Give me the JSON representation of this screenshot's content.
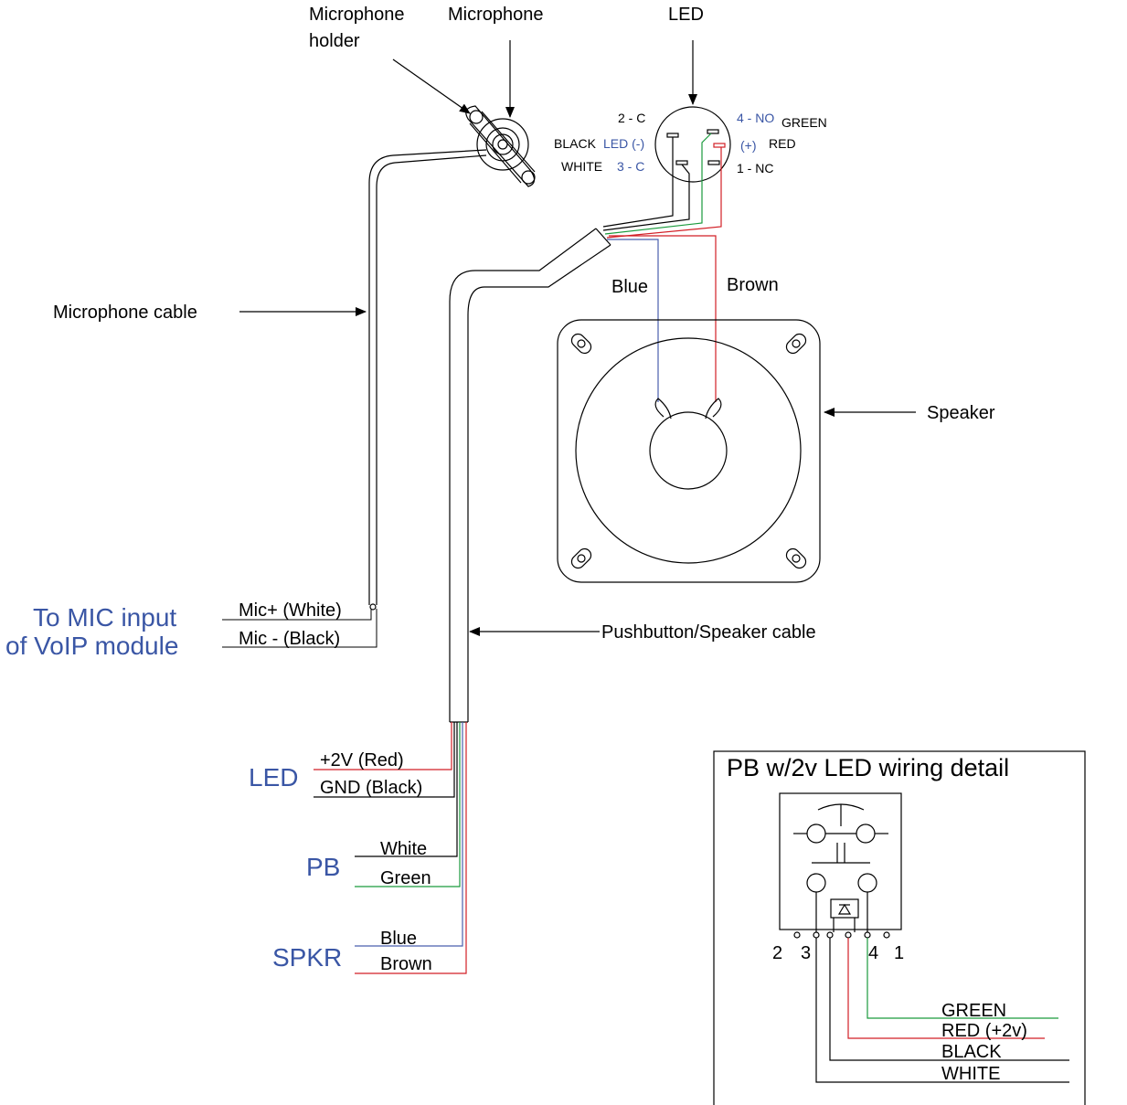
{
  "labels": {
    "mic_holder_1": "Microphone",
    "mic_holder_2": "holder",
    "microphone": "Microphone",
    "led_top": "LED",
    "mic_cable": "Microphone cable",
    "speaker": "Speaker",
    "pb_speaker_cable": "Pushbutton/Speaker cable",
    "blue": "Blue",
    "brown": "Brown"
  },
  "led_pins": {
    "p2c": "2 - C",
    "p4no": "4 - NO",
    "green": "GREEN",
    "black": "BLACK",
    "led_minus": "LED (-)",
    "plus": "(+)",
    "red": "RED",
    "white": "WHITE",
    "p3c": "3 - C",
    "p1nc": "1 - NC"
  },
  "mic_input": {
    "line1": "To MIC input",
    "line2": "of VoIP module",
    "mic_plus": "Mic+  (White)",
    "mic_minus": "Mic -  (Black)"
  },
  "groups": {
    "led": "LED",
    "pb": "PB",
    "spkr": "SPKR"
  },
  "wires": {
    "red": "+2V (Red)",
    "black": "GND (Black)",
    "white": "White",
    "green": "Green",
    "blue": "Blue",
    "brown": "Brown"
  },
  "detail": {
    "title": "PB w/2v LED wiring detail",
    "pin2": "2",
    "pin3": "3",
    "pin4": "4",
    "pin1": "1",
    "green": "GREEN",
    "red": "RED (+2v)",
    "black": "BLACK",
    "white": "WHITE"
  },
  "colors": {
    "red": "#d21f26",
    "green": "#1a9a3c",
    "blue": "#4a5fae",
    "label_blue": "#3a56a5"
  }
}
